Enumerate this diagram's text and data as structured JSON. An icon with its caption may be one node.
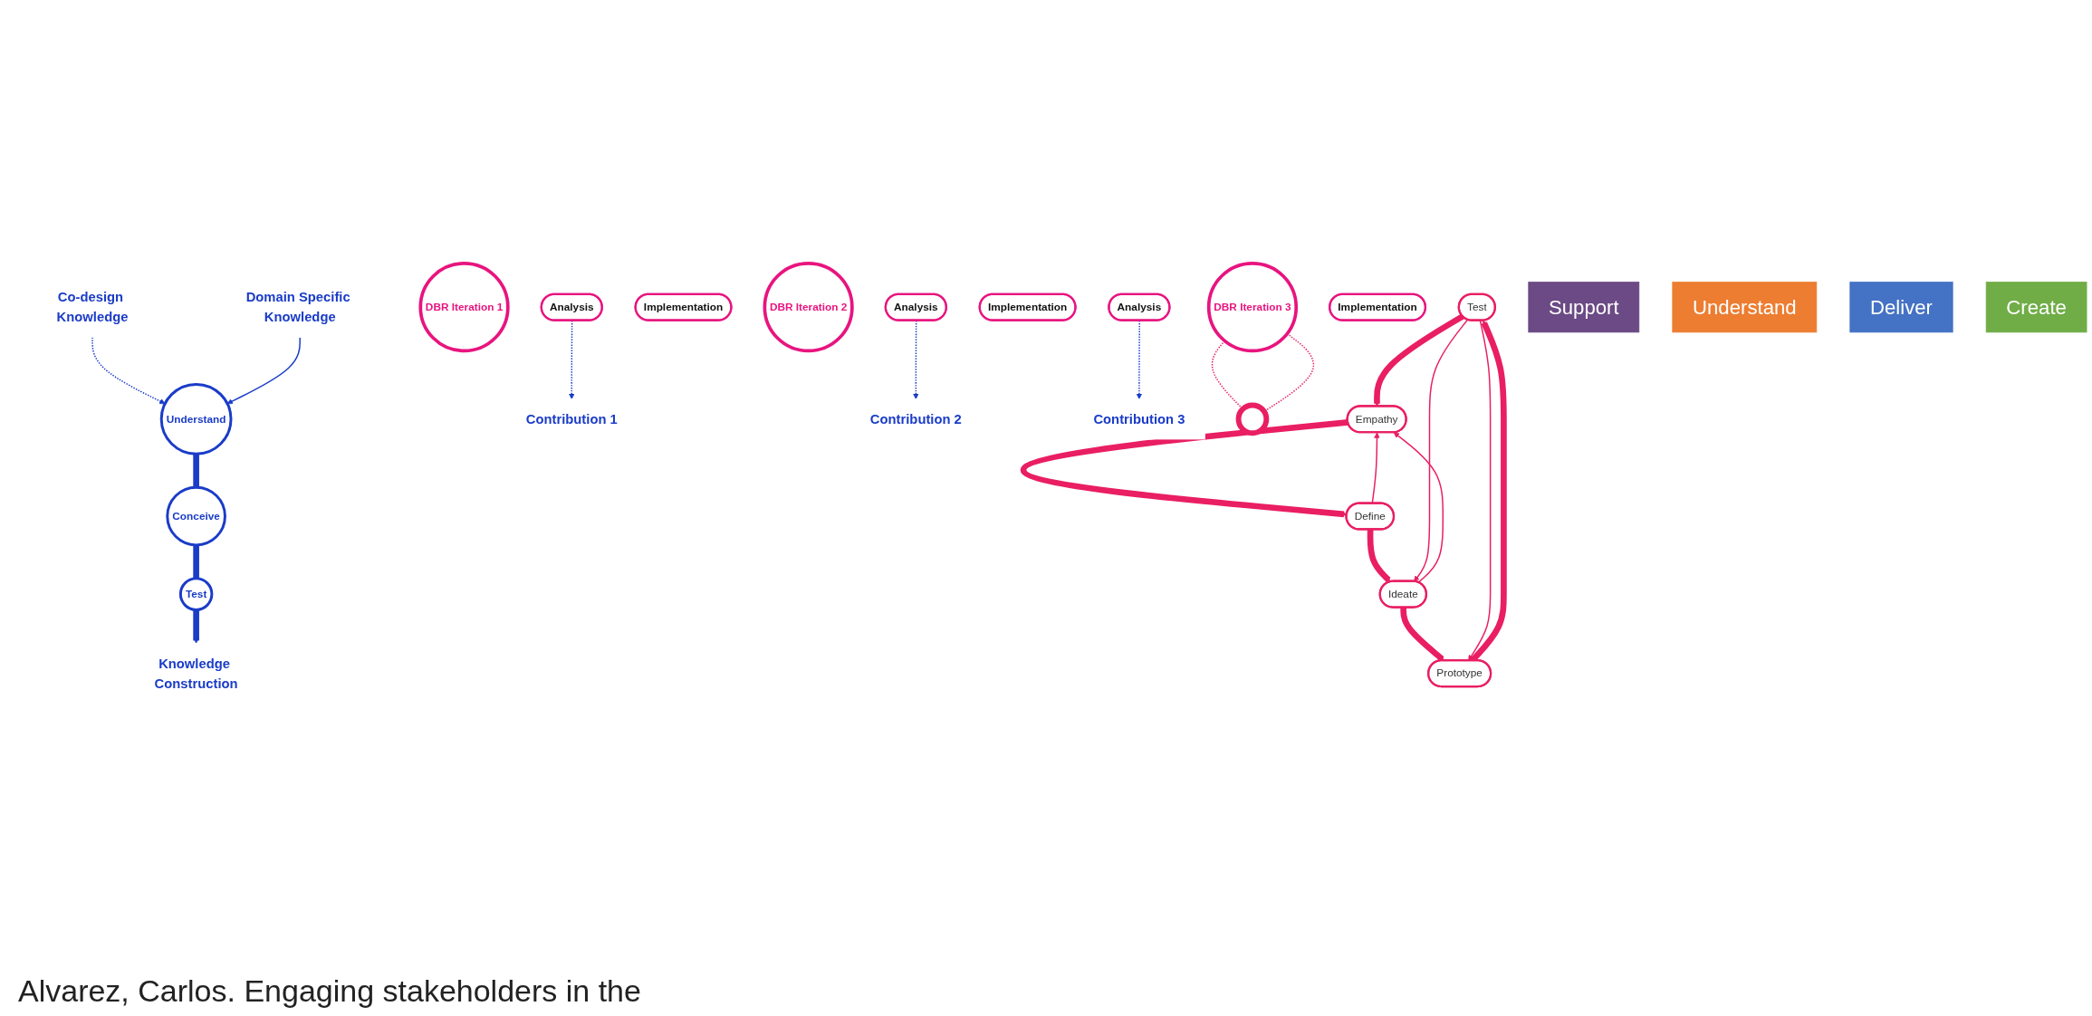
{
  "diagram": {
    "caption": "Alvarez, Carlos. Engaging stakeholders in the",
    "nodes": [
      {
        "text": [
          "Co-design Knowledge"
        ]
      },
      {
        "text": [
          "Domain Specific Knowledge"
        ]
      },
      {
        "text": [
          "Understand"
        ]
      },
      {
        "text": [
          "Conceive"
        ]
      },
      {
        "text": [
          "Test"
        ]
      },
      {
        "text": [
          "Knowledge Construction"
        ]
      },
      {
        "text": [
          "Contribution 1"
        ]
      },
      {
        "text": [
          "Contribution 2"
        ]
      },
      {
        "text": [
          "Contribution 3"
        ]
      },
      {
        "text": [
          "DBR Iteration 1"
        ]
      },
      {
        "text": [
          "Analysis"
        ]
      },
      {
        "text": [
          "Implementation"
        ]
      },
      {
        "text": [
          "DBR Iteration 2"
        ]
      },
      {
        "text": [
          "Analysis"
        ]
      },
      {
        "text": [
          "Implementation"
        ]
      },
      {
        "text": [
          "DBR Iteration 3"
        ]
      },
      {
        "text": [
          "Analysis"
        ]
      },
      {
        "text": [
          "Implementation"
        ]
      },
      {
        "text": [],
        "shape": "circle"
      },
      {
        "text": [
          "Test"
        ]
      },
      {
        "text": [
          "Empathy"
        ]
      },
      {
        "text": [
          "Define"
        ]
      },
      {
        "text": [
          "Ideate"
        ]
      },
      {
        "text": [
          "Prototype"
        ]
      },
      {
        "text": [
          "Support"
        ]
      },
      {
        "text": [
          "Understand"
        ]
      },
      {
        "text": [
          "Deliver"
        ]
      },
      {
        "text": [
          "Create"
        ]
      }
    ],
    "edges": [
      {
        "from": 0,
        "to": 2,
        "arrow": "to",
        "style": "dashed",
        "color": "#1a3cc8"
      },
      {
        "from": 1,
        "to": 2,
        "arrow": "to",
        "color": "#1a3cc8"
      },
      {
        "from": 2,
        "to": 3,
        "arrow": "none",
        "style": "thick",
        "color": "#1a3cc8"
      },
      {
        "from": 3,
        "to": 4,
        "arrow": "none",
        "style": "thick",
        "color": "#1a3cc8"
      },
      {
        "from": 4,
        "to": 5,
        "arrow": "to",
        "style": "thick",
        "color": "#1a3cc8"
      },
      {
        "from": 10,
        "to": 6,
        "arrow": "to",
        "style": "dashed",
        "color": "#1a3cc8"
      },
      {
        "from": 13,
        "to": 7,
        "arrow": "to",
        "style": "dashed",
        "color": "#1a3cc8"
      },
      {
        "from": 16,
        "to": 8,
        "arrow": "to",
        "style": "dashed",
        "color": "#1a3cc8"
      },
      {
        "from": 15,
        "to": 18,
        "arrow": "none",
        "style": "dashed"
      },
      {
        "from": 15,
        "to": 18,
        "arrow": "none",
        "style": "dashed"
      },
      {
        "from": 20,
        "to": 21,
        "arrow": "to",
        "style": "thick"
      },
      {
        "from": 21,
        "to": 22,
        "arrow": "to",
        "style": "thick"
      },
      {
        "from": 22,
        "to": 23,
        "arrow": "to",
        "style": "thick"
      },
      {
        "from": 23,
        "to": 19,
        "arrow": "to",
        "style": "thick"
      },
      {
        "from": 19,
        "to": 20,
        "arrow": "to",
        "style": "thick"
      },
      {
        "from": 19,
        "to": 23,
        "arrow": "to"
      },
      {
        "from": 19,
        "to": 22,
        "arrow": "to"
      },
      {
        "from": 22,
        "to": 20,
        "arrow": "to"
      },
      {
        "from": 21,
        "to": 20,
        "arrow": "to"
      }
    ]
  }
}
